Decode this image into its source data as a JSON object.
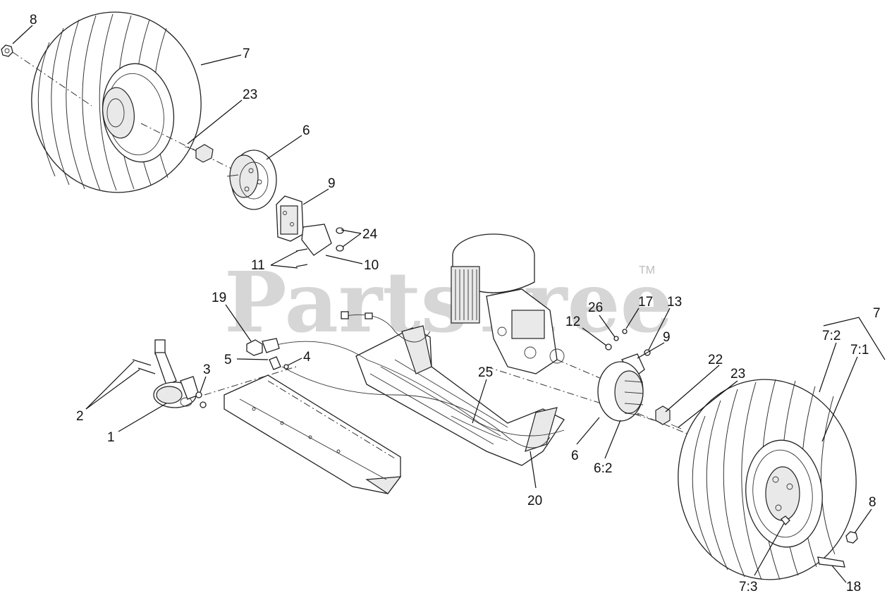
{
  "watermark": {
    "text": "PartsTree",
    "trademark": "TM"
  },
  "callouts": {
    "c8a": "8",
    "c7a": "7",
    "c23a": "23",
    "c6a": "6",
    "c9a": "9",
    "c24": "24",
    "c11": "11",
    "c10": "10",
    "c19": "19",
    "c5": "5",
    "c4": "4",
    "c3": "3",
    "c2": "2",
    "c1": "1",
    "c25": "25",
    "c20": "20",
    "c26": "26",
    "c17": "17",
    "c13": "13",
    "c12": "12",
    "c9b": "9",
    "c22": "22",
    "c23b": "23",
    "c6b": "6",
    "c6_2": "6:2",
    "c7b": "7",
    "c7_2": "7:2",
    "c7_1": "7:1",
    "c8b": "8",
    "c7_3": "7:3",
    "c18": "18"
  }
}
